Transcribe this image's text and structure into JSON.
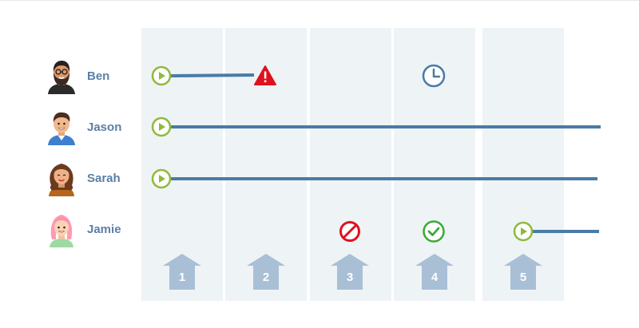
{
  "colors": {
    "column_bg": "#eef3f6",
    "line": "#4a7ba6",
    "name_text": "#5b7fa6",
    "start_marker": "#8fba3a",
    "arrow": "#a9bfd6",
    "warning": "#e0111d",
    "blocked": "#e0111d",
    "done": "#3aaa35",
    "clock": "#4a7ba6"
  },
  "people": [
    {
      "name": "Ben",
      "avatar": "bearded-man-avatar"
    },
    {
      "name": "Jason",
      "avatar": "man-avatar"
    },
    {
      "name": "Sarah",
      "avatar": "curly-hair-woman-avatar"
    },
    {
      "name": "Jamie",
      "avatar": "pink-hair-woman-avatar"
    }
  ],
  "steps": [
    "1",
    "2",
    "3",
    "4",
    "5"
  ],
  "timeline": [
    {
      "person": "Ben",
      "starts_at_step": "1",
      "ends_at_step": "2",
      "end_marker": "warning-icon"
    },
    {
      "person": "Jason",
      "starts_at_step": "1",
      "ends_at_step": "beyond 5",
      "end_marker": ""
    },
    {
      "person": "Sarah",
      "starts_at_step": "1",
      "ends_at_step": "beyond 5",
      "end_marker": ""
    },
    {
      "person": "Jamie",
      "starts_at_step": "5",
      "ends_at_step": "beyond 5",
      "end_marker": ""
    }
  ],
  "markers": [
    {
      "person": "Ben",
      "step": "4",
      "icon": "clock-icon"
    },
    {
      "person": "Jamie",
      "step": "3",
      "icon": "blocked-icon"
    },
    {
      "person": "Jamie",
      "step": "4",
      "icon": "check-circle-icon"
    }
  ]
}
